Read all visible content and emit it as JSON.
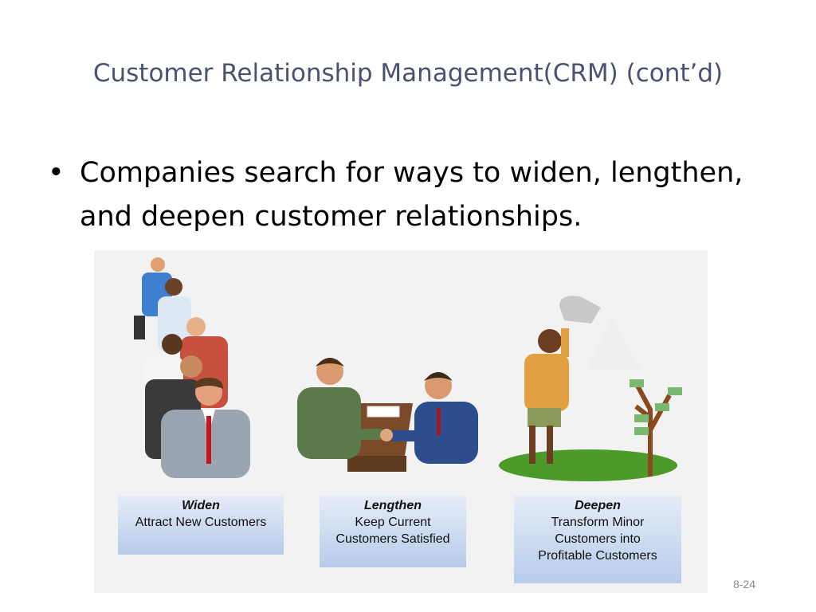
{
  "slide": {
    "title": "Customer Relationship Management(CRM) (cont’d)",
    "bullet": "Companies search for ways to widen, lengthen, and deepen customer relationships.",
    "page_number": "8-24"
  },
  "panels": [
    {
      "heading": "Widen",
      "lines": [
        "Attract New Customers"
      ]
    },
    {
      "heading": "Lengthen",
      "lines": [
        "Keep Current",
        "Customers Satisfied"
      ]
    },
    {
      "heading": "Deepen",
      "lines": [
        "Transform Minor",
        "Customers into",
        "Profitable Customers"
      ]
    }
  ],
  "colors": {
    "title": "#4a5270",
    "label_gradient_top": "#e5ecf7",
    "label_gradient_bottom": "#b7cbea"
  }
}
